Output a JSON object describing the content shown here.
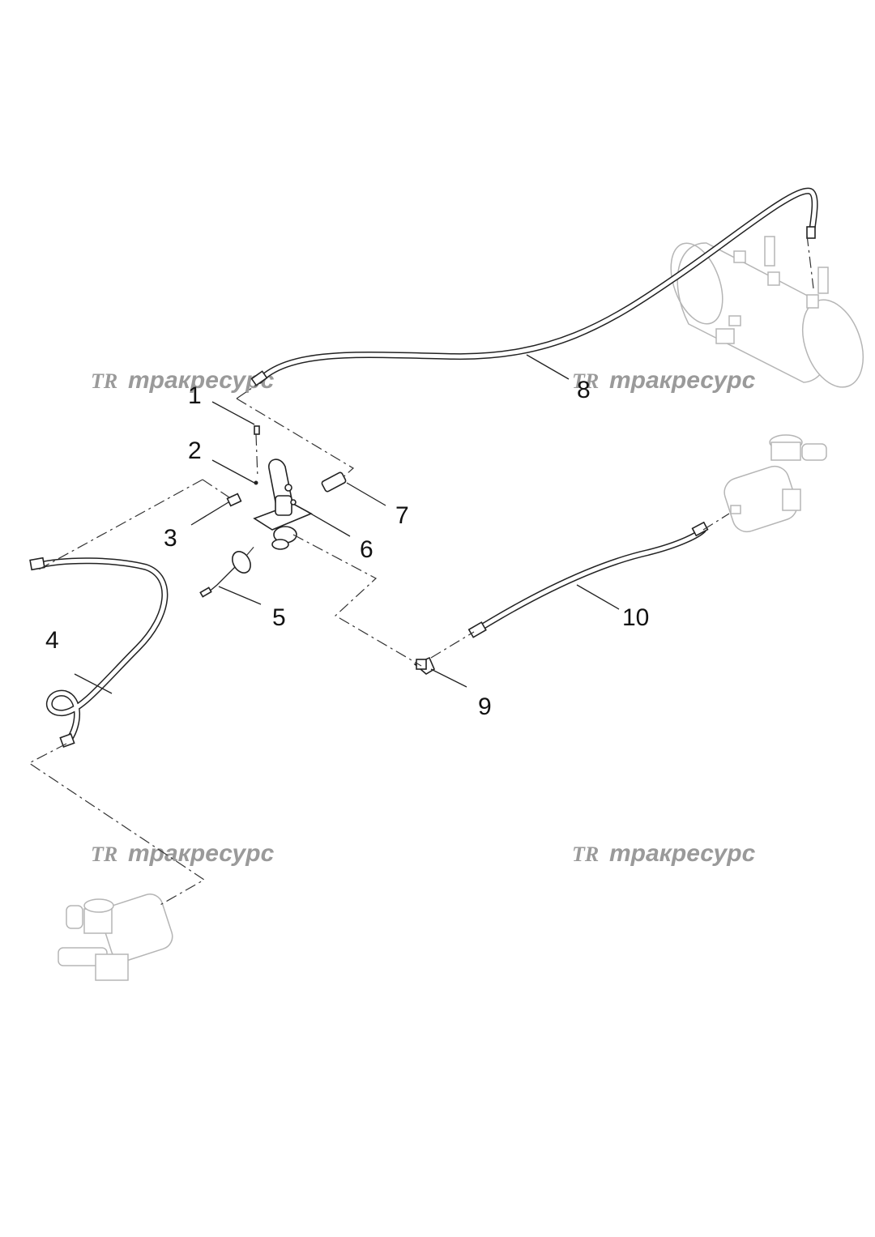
{
  "callouts": [
    "1",
    "2",
    "3",
    "4",
    "5",
    "6",
    "7",
    "8",
    "9",
    "10"
  ],
  "watermark": {
    "logo": "TR",
    "text": "тракресурс",
    "color": "#9a9a9a"
  },
  "colors": {
    "line": "#222222",
    "faint_line": "#b5b5b5",
    "background": "#ffffff"
  }
}
